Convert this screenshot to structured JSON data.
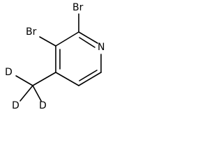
{
  "molecule": {
    "atoms": {
      "br_top": "Br",
      "br_left": "Br",
      "nitrogen": "N",
      "deuterium_top": "D",
      "deuterium_bottom_left": "D",
      "deuterium_bottom_right": "D"
    },
    "bond_color": "#000000",
    "label_color": "#000000"
  }
}
